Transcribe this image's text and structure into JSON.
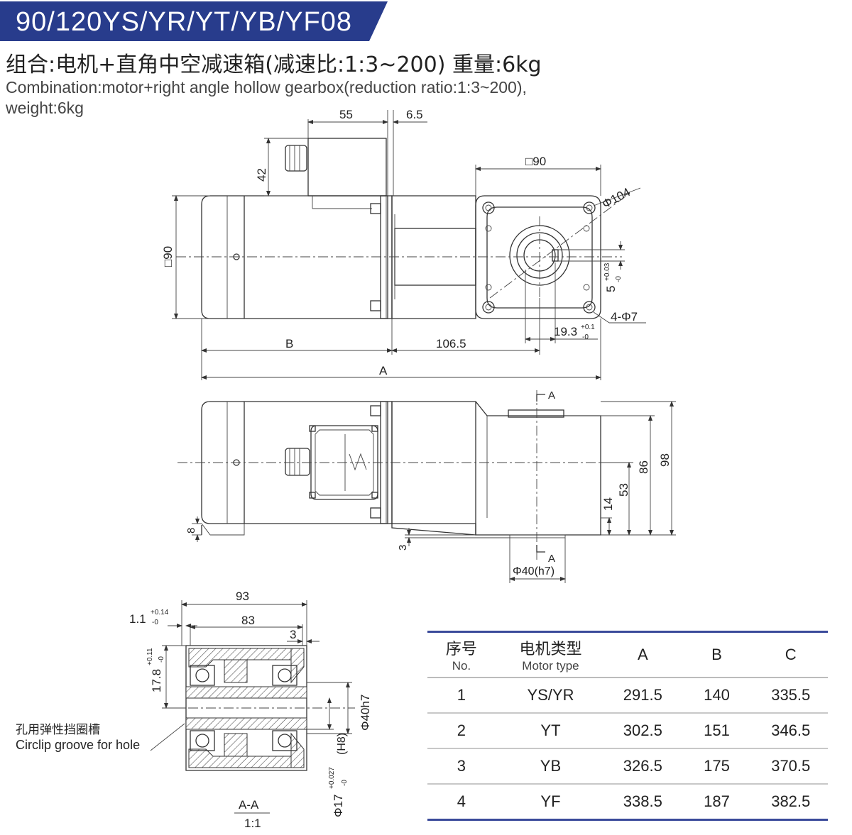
{
  "header": {
    "title": "90/120YS/YR/YT/YB/YF08",
    "subtitle_cn": "组合:电机+直角中空减速箱(减速比:1:3~200) 重量:6kg",
    "subtitle_en_line1": "Combination:motor+right angle hollow gearbox(reduction ratio:1:3~200),",
    "subtitle_en_line2": "weight:6kg",
    "banner_color": "#283c8c"
  },
  "top_view": {
    "dim_55": "55",
    "dim_6_5": "6.5",
    "dim_42": "42",
    "dim_sq90_left": "□90",
    "dim_sq90_top": "□90",
    "dim_phi104": "Φ104",
    "dim_key_width": "5",
    "dim_key_tol_upper": "+0.03",
    "dim_key_tol_lower": "-0",
    "dim_holes": "4-Φ7",
    "dim_19_3": "19.3",
    "dim_19_3_tol_upper": "+0.1",
    "dim_19_3_tol_lower": "-0",
    "dim_B": "B",
    "dim_106_5": "106.5",
    "dim_A": "A"
  },
  "side_view": {
    "section_mark_top": "A",
    "section_mark_bottom": "A",
    "dim_98": "98",
    "dim_86": "86",
    "dim_53": "53",
    "dim_14": "14",
    "dim_8": "8",
    "dim_3": "3",
    "dim_phi40": "Φ40(h7)"
  },
  "section_view": {
    "dim_93": "93",
    "dim_83": "83",
    "dim_3": "3",
    "dim_1_1": "1.1",
    "dim_1_1_tol_upper": "+0.14",
    "dim_1_1_tol_lower": "-0",
    "dim_17_8": "17.8",
    "dim_17_8_tol_upper": "+0.11",
    "dim_17_8_tol_lower": "-0",
    "dim_phi40h7": "Φ40h7",
    "dim_h8": "(H8)",
    "dim_phi17": "Φ17",
    "dim_phi17_tol_upper": "+0.027",
    "dim_phi17_tol_lower": "-0",
    "circlip_cn": "孔用弹性挡圈槽",
    "circlip_en": "Circlip groove for hole",
    "section_label": "A-A",
    "scale": "1:1"
  },
  "table": {
    "headers": {
      "no_cn": "序号",
      "no_en": "No.",
      "type_cn": "电机类型",
      "type_en": "Motor type",
      "a": "A",
      "b": "B",
      "c": "C"
    },
    "rows": [
      {
        "no": "1",
        "type": "YS/YR",
        "a": "291.5",
        "b": "140",
        "c": "335.5"
      },
      {
        "no": "2",
        "type": "YT",
        "a": "302.5",
        "b": "151",
        "c": "346.5"
      },
      {
        "no": "3",
        "type": "YB",
        "a": "326.5",
        "b": "175",
        "c": "370.5"
      },
      {
        "no": "4",
        "type": "YF",
        "a": "338.5",
        "b": "187",
        "c": "382.5"
      }
    ],
    "accent_color": "#3a4a9a"
  }
}
